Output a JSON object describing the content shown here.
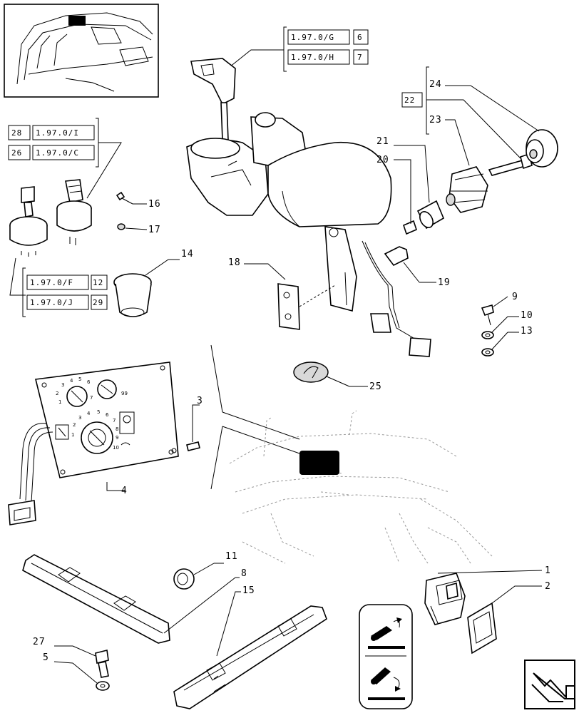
{
  "references": {
    "r_6_code": "1.97.0/G",
    "r_6_num": "6",
    "r_7_code": "1.97.0/H",
    "r_7_num": "7",
    "r_28_num": "28",
    "r_28_code": "1.97.0/I",
    "r_26_num": "26",
    "r_26_code": "1.97.0/C",
    "r_12_code": "1.97.0/F",
    "r_12_num": "12",
    "r_29_code": "1.97.0/J",
    "r_29_num": "29",
    "r_22_num": "22"
  },
  "callouts": {
    "c1": "1",
    "c2": "2",
    "c3": "3",
    "c4": "4",
    "c5": "5",
    "c8": "8",
    "c9": "9",
    "c10": "10",
    "c11": "11",
    "c13": "13",
    "c14": "14",
    "c15": "15",
    "c16": "16",
    "c17": "17",
    "c18": "18",
    "c19": "19",
    "c20": "20",
    "c21": "21",
    "c23": "23",
    "c24": "24",
    "c25": "25",
    "c27": "27"
  },
  "dial_marks": {
    "top": [
      "1",
      "2",
      "3",
      "4",
      "5",
      "6",
      "7"
    ],
    "top_right": "99",
    "bottom": [
      "1",
      "2",
      "3",
      "4",
      "5",
      "6",
      "7"
    ],
    "bottom_extra": [
      "8",
      "9",
      "10"
    ]
  },
  "icons": {
    "nav_corner": "next-page-arrow-icon",
    "label_up": "lift-raise-icon",
    "label_down": "lift-lower-icon"
  },
  "colors": {
    "line": "#000000",
    "ghost": "#999999",
    "fill_grey": "#d8d8d8"
  }
}
